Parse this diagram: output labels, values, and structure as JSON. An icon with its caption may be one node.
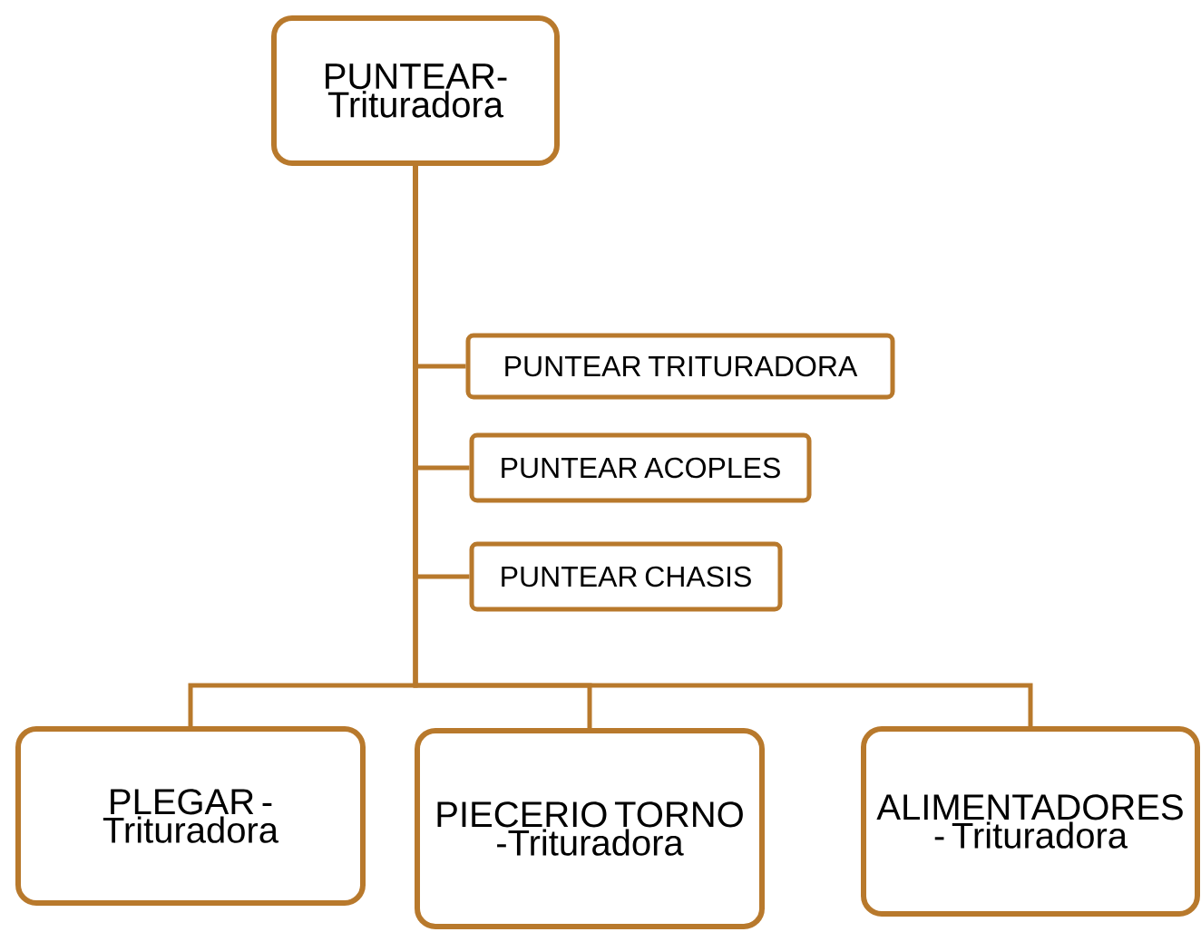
{
  "diagram": {
    "nodes": [
      {
        "text": [
          "PUNTEAR- Trituradora"
        ]
      },
      {
        "text": [
          "PUNTEAR TRITURADORA"
        ]
      },
      {
        "text": [
          "PUNTEAR ACOPLES"
        ]
      },
      {
        "text": [
          "PUNTEAR CHASIS"
        ]
      },
      {
        "text": [
          "PLEGAR - Trituradora"
        ]
      },
      {
        "text": [
          "PIECERIO TORNO -Trituradora"
        ]
      },
      {
        "text": [
          "ALIMENTADORES - Trituradora"
        ]
      }
    ],
    "edges": [
      {
        "from": 0,
        "to": 1,
        "arrow": "none"
      },
      {
        "from": 0,
        "to": 2,
        "arrow": "none"
      },
      {
        "from": 0,
        "to": 3,
        "arrow": "none"
      },
      {
        "from": 0,
        "to": 4,
        "arrow": "none"
      },
      {
        "from": 0,
        "to": 5,
        "arrow": "none"
      },
      {
        "from": 0,
        "to": 6,
        "arrow": "none"
      }
    ]
  }
}
